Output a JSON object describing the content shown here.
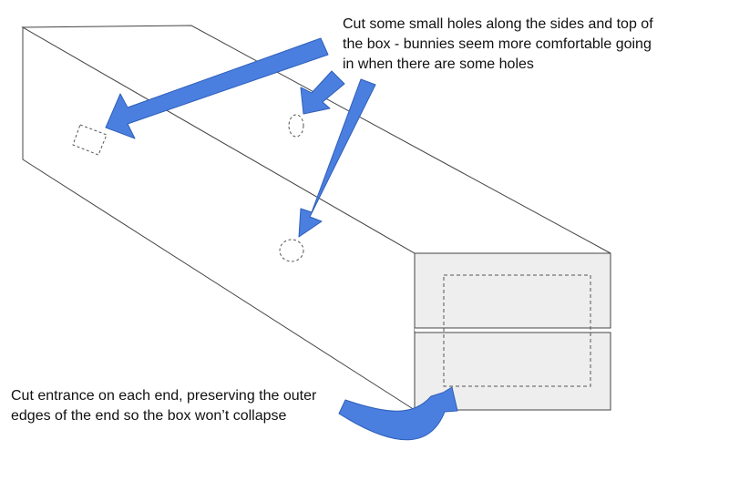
{
  "annotations": {
    "holes": {
      "lines": [
        "Cut some small holes along the sides and top of",
        "the box - bunnies seem more comfortable going",
        "in when there are some holes"
      ]
    },
    "entrance": {
      "lines": [
        "Cut entrance on each end, preserving the outer",
        "edges of the end so the box won’t collapse"
      ]
    }
  },
  "colors": {
    "arrow": "#4a7fe0",
    "box_outline": "#444444",
    "end_panel": "#eeeeee",
    "cut_line": "#555555"
  },
  "icons": [
    "arrow-holes-left",
    "arrow-holes-top",
    "arrow-holes-bottom",
    "arrow-entrance"
  ]
}
